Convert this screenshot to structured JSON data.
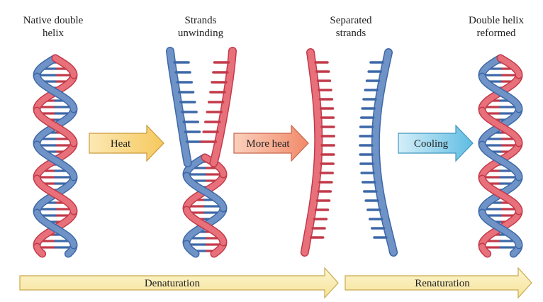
{
  "stages": [
    {
      "label_line1": "Native double",
      "label_line2": "helix"
    },
    {
      "label_line1": "Strands",
      "label_line2": "unwinding"
    },
    {
      "label_line1": "Separated",
      "label_line2": "strands"
    },
    {
      "label_line1": "Double helix",
      "label_line2": "reformed"
    }
  ],
  "arrows": {
    "heat": "Heat",
    "more_heat": "More heat",
    "cooling": "Cooling",
    "denaturation": "Denaturation",
    "renaturation": "Renaturation"
  },
  "colors": {
    "red_strand": "#e8707a",
    "red_dark": "#c23a4a",
    "blue_strand": "#6f93c6",
    "blue_dark": "#3d68a8",
    "heat_fill": "#f8d583",
    "more_heat_fill": "#f6a384",
    "cooling_fill": "#8ccfe9",
    "process_fill": "#fbeeb0"
  }
}
